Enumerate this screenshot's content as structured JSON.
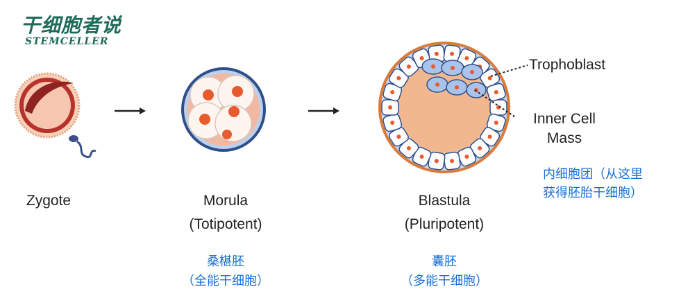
{
  "logo": {
    "chinese": "干细胞者说",
    "english": "STEMCELLER"
  },
  "stages": {
    "zygote": {
      "label": "Zygote"
    },
    "morula": {
      "label": "Morula",
      "sublabel": "(Totipotent)",
      "cn_name": "桑椹胚",
      "cn_potency": "（全能干细胞）"
    },
    "blastula": {
      "label": "Blastula",
      "sublabel": "(Pluripotent)",
      "cn_name": "囊胚",
      "cn_potency": "（多能干细胞）"
    }
  },
  "annotations": {
    "trophoblast": "Trophoblast",
    "inner_cell_mass_line1": "Inner Cell",
    "inner_cell_mass_line2": "Mass",
    "icm_cn_line1": "内细胞团（从这里",
    "icm_cn_line2": "获得胚胎干细胞）"
  },
  "colors": {
    "note_blue": "#1a6fd6",
    "logo_green": "#1f6b5a",
    "membrane_orange": "#d97b3a"
  }
}
